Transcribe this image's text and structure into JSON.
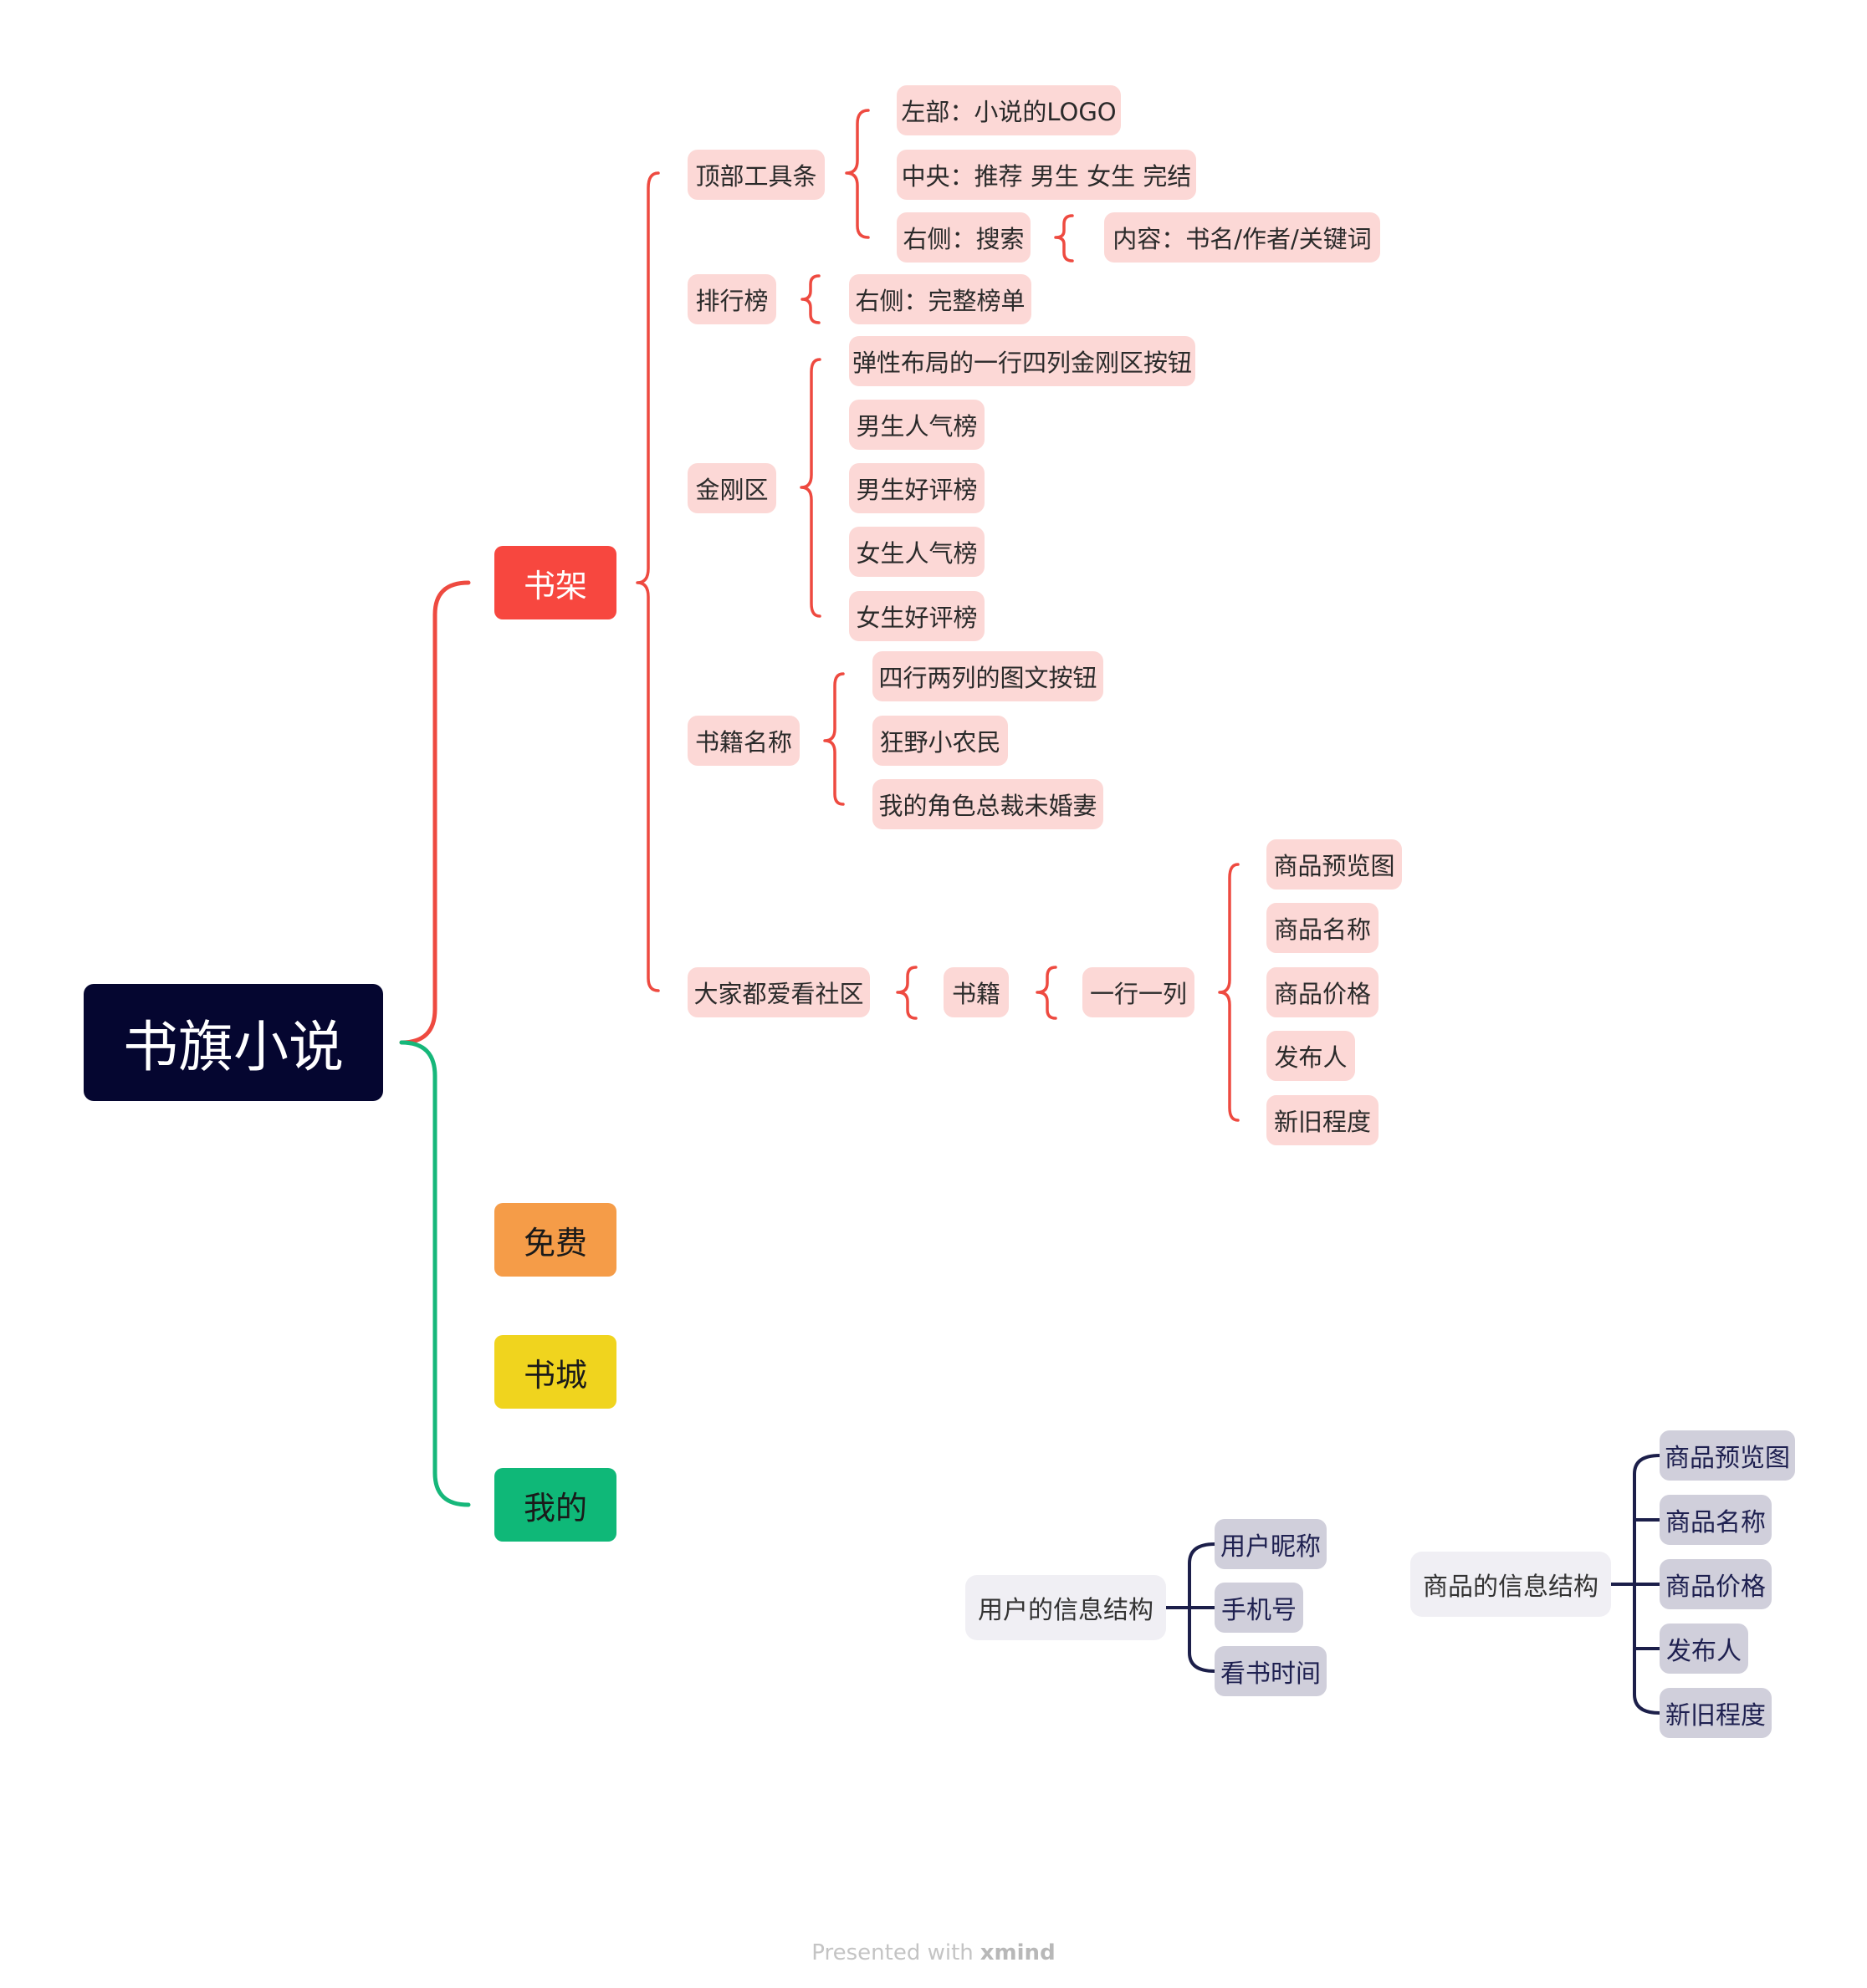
{
  "root": {
    "label": "书旗小说"
  },
  "main_branches": {
    "bookshelf": "书架",
    "free": "免费",
    "bookstore": "书城",
    "mine": "我的"
  },
  "bookshelf": {
    "toolbar": {
      "label": "顶部工具条",
      "left": "左部：小说的LOGO",
      "center": "中央：推荐 男生 女生 完结",
      "right": "右侧：搜索",
      "search_content": "内容：书名/作者/关键词"
    },
    "ranking": {
      "label": "排行榜",
      "right": "右侧：完整榜单"
    },
    "jingang": {
      "label": "金刚区",
      "items": [
        "弹性布局的一行四列金刚区按钮",
        "男生人气榜",
        "男生好评榜",
        "女生人气榜",
        "女生好评榜"
      ]
    },
    "book_names": {
      "label": "书籍名称",
      "items": [
        "四行两列的图文按钮",
        "狂野小农民",
        "我的角色总裁未婚妻"
      ]
    },
    "community": {
      "label": "大家都爱看社区",
      "book": "书籍",
      "row": "一行一列",
      "items": [
        "商品预览图",
        "商品名称",
        "商品价格",
        "发布人",
        "新旧程度"
      ]
    }
  },
  "user_info": {
    "label": "用户的信息结构",
    "items": [
      "用户昵称",
      "手机号",
      "看书时间"
    ]
  },
  "product_info": {
    "label": "商品的信息结构",
    "items": [
      "商品预览图",
      "商品名称",
      "商品价格",
      "发布人",
      "新旧程度"
    ]
  },
  "colors": {
    "root_bg": "#050630",
    "bookshelf": "#f7473f",
    "free": "#f59c48",
    "bookstore": "#f0d41e",
    "mine": "#0fb878",
    "pink_node": "#fcd8d6",
    "branch_red": "#ee4a40",
    "branch_green": "#16b77a",
    "floating_line": "#1c1f4a"
  },
  "footer": {
    "prefix": "Presented with",
    "brand": "xmind"
  }
}
